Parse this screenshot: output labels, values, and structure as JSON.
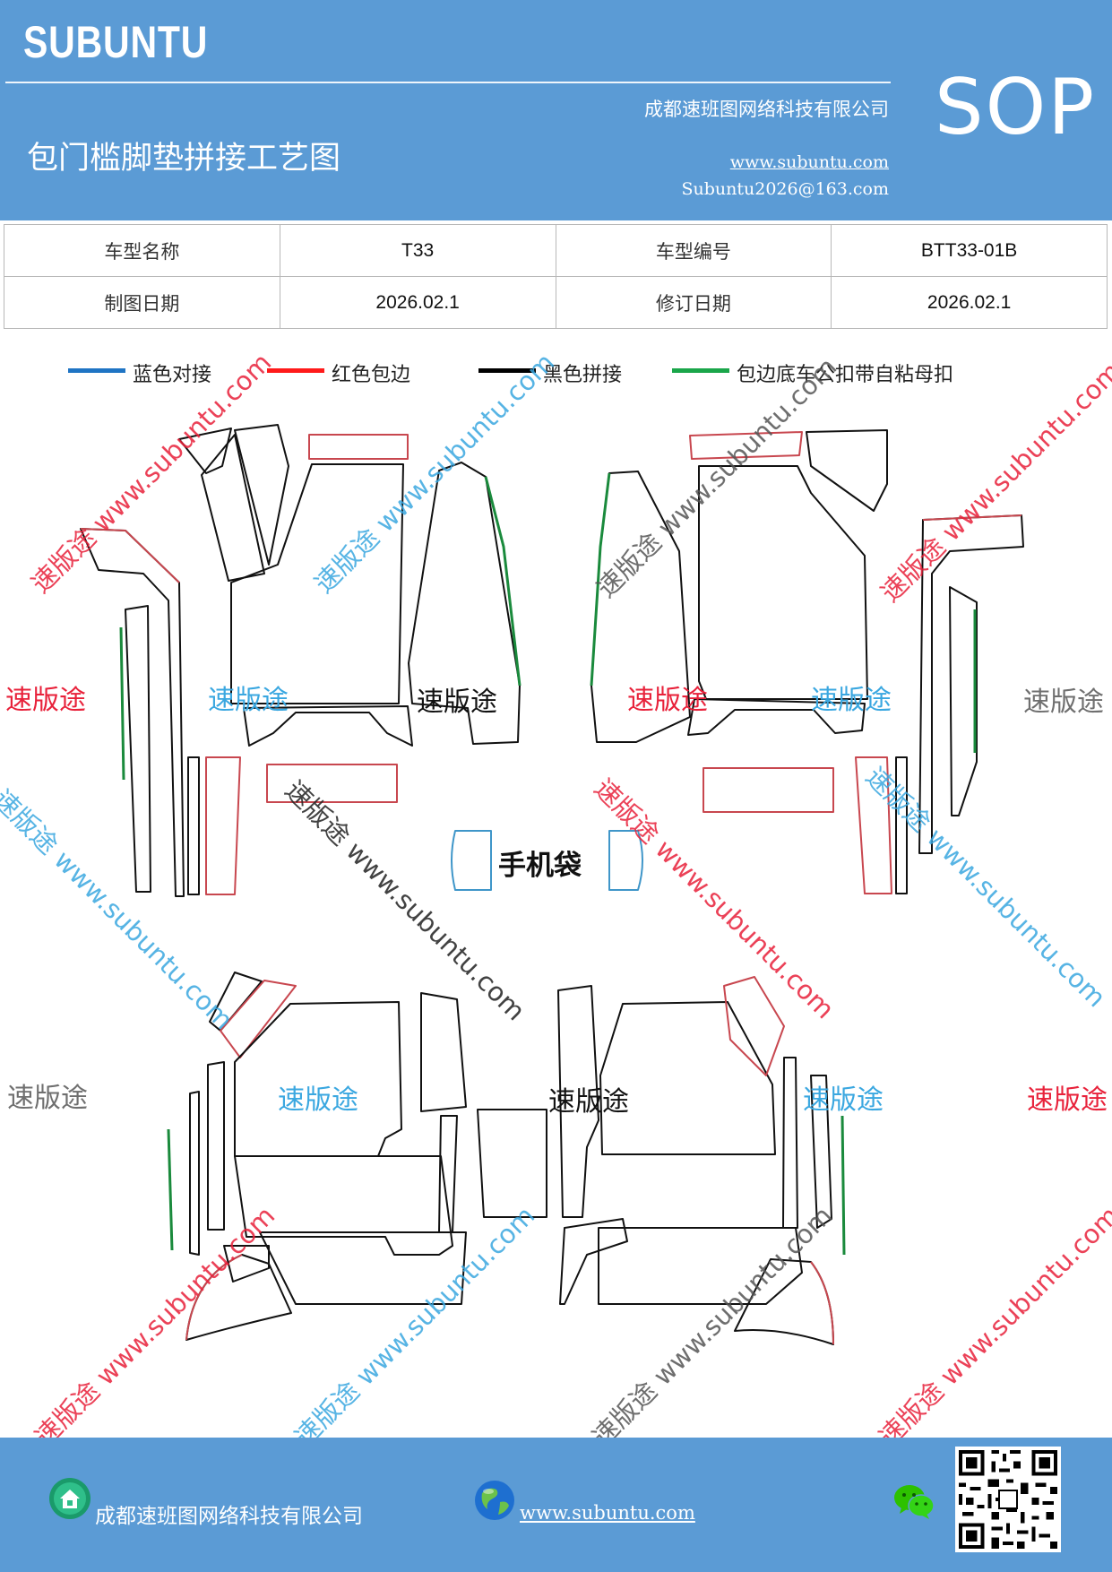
{
  "header": {
    "brand": "SUBUNTU",
    "doc_type": "SOP",
    "title": "包门槛脚垫拼接工艺图",
    "company": "成都速班图网络科技有限公司",
    "website": "www.subuntu.com",
    "email": "Subuntu2026@163.com"
  },
  "info": {
    "model_name_label": "车型名称",
    "model_name": "T33",
    "model_code_label": "车型编号",
    "model_code": "BTT33-01B",
    "draw_date_label": "制图日期",
    "draw_date": "2026.02.1",
    "revise_date_label": "修订日期",
    "revise_date": "2026.02.1"
  },
  "legend": [
    {
      "label": "蓝色对接",
      "color": "#1f74c4"
    },
    {
      "label": "红色包边",
      "color": "#ff1a1a"
    },
    {
      "label": "黑色拼接",
      "color": "#000000"
    },
    {
      "label": "包边底车公扣带自粘母扣",
      "color": "#1aa64a"
    }
  ],
  "drawing": {
    "pocket_label": "手机袋",
    "watermark_cn": "速版途",
    "watermark_diag": "速版途 www.subuntu.com",
    "watermark_url": "www.subuntu.com",
    "colors": {
      "red_edge": "#c8474f",
      "black_seam": "#111111",
      "green_edge": "#1a8a3c",
      "blue_edge": "#3f96c9"
    }
  },
  "footer": {
    "company": "成都速班图网络科技有限公司",
    "website": "www.subuntu.com"
  }
}
